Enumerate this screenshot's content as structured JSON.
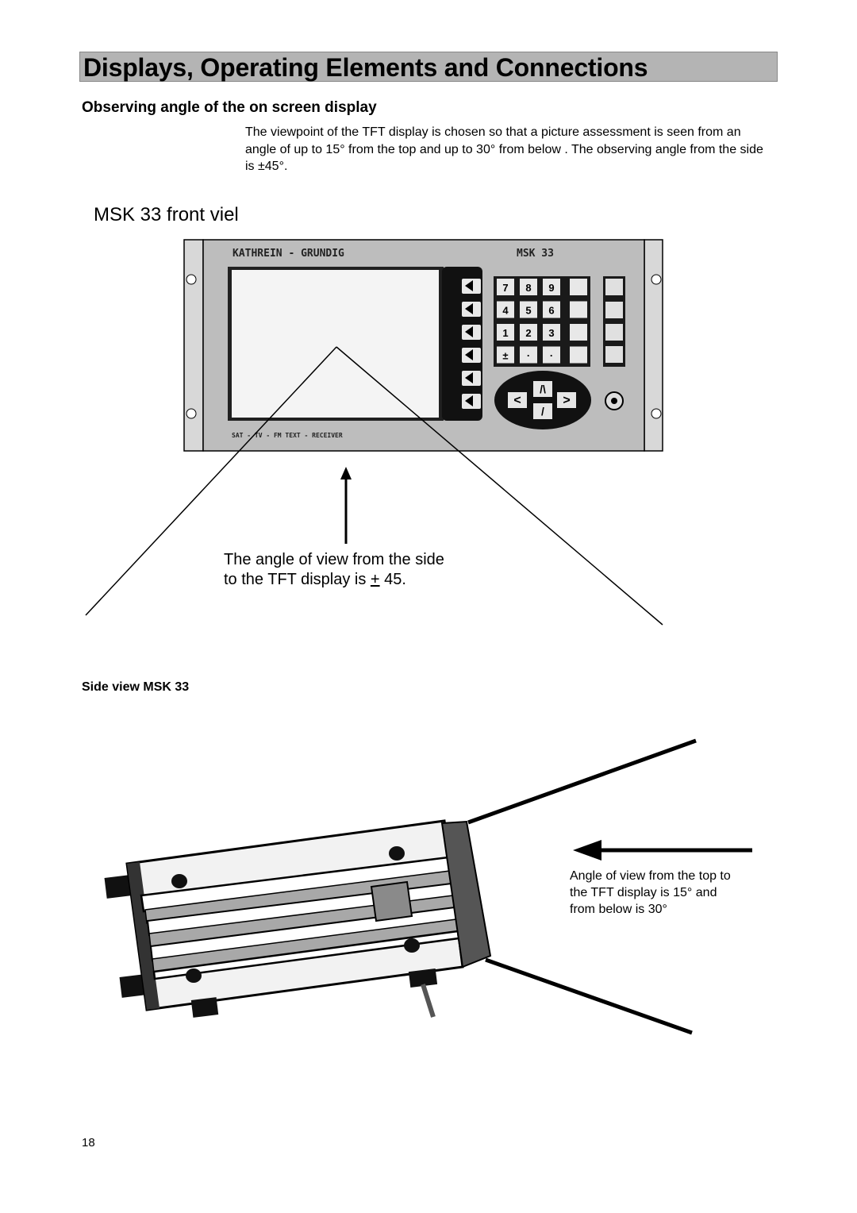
{
  "header": {
    "title": "Displays, Operating Elements and Connections"
  },
  "section": {
    "heading": "Observing angle of the on screen display",
    "intro": "The viewpoint of the TFT display is chosen so that a picture assessment is seen from an angle of up to 15° from the top and up to 30° from below .  The observing angle from the side is ±45°."
  },
  "front_view": {
    "caption": "MSK 33 front viel",
    "brand_label": "KATHREIN - GRUNDIG",
    "model_label": "MSK 33",
    "bottom_label": "SAT - TV - FM  TEXT - RECEIVER",
    "keypad_keys": [
      "7",
      "8",
      "9",
      "4",
      "5",
      "6",
      "1",
      "2",
      "3",
      "±",
      "·",
      "·"
    ],
    "nav_keys": {
      "left": "<",
      "up": "/\\",
      "right": ">",
      "down": "/"
    },
    "angle_note_line1": "The angle of view from the side",
    "angle_note_prefix": "to the TFT display is ",
    "angle_note_pm": "+",
    "angle_note_suffix": " 45."
  },
  "side_view": {
    "caption": "Side view MSK 33",
    "note": "Angle of view from the top to the TFT display is 15° and from below is 30°"
  },
  "footer": {
    "page_number": "18"
  }
}
